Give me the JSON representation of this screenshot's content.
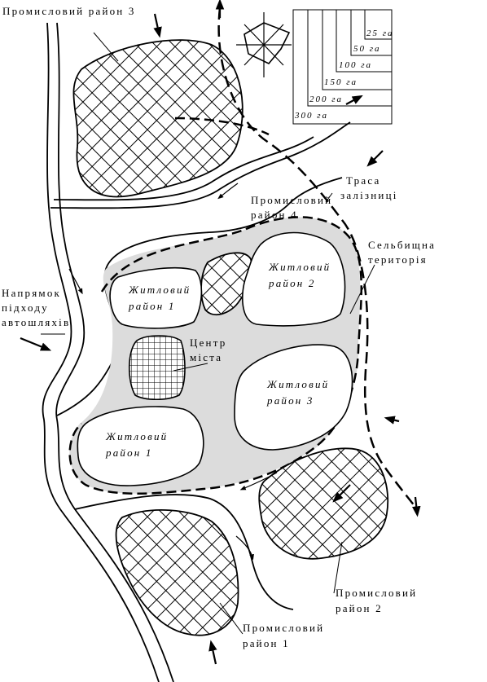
{
  "labels": {
    "industrial_3": "Промисловий район 3",
    "industrial_4": [
      "Промисловий",
      "район 4"
    ],
    "industrial_2": [
      "Промисловий",
      "район 2"
    ],
    "industrial_1": [
      "Промисловий",
      "район 1"
    ],
    "residential_1_top": [
      "Житловий",
      "район 1"
    ],
    "residential_2": [
      "Житловий",
      "район 2"
    ],
    "residential_3": [
      "Житловий",
      "район 3"
    ],
    "residential_1_bottom": [
      "Житловий",
      "район 1"
    ],
    "city_center": [
      "Центр",
      "міста"
    ],
    "railway": [
      "Траса",
      "залізниці"
    ],
    "settlement": [
      "Сельбищна",
      "територія"
    ],
    "road_approach": [
      "Напрямок",
      "підходу",
      "автошляхів"
    ]
  },
  "scale_legend": [
    "25 га",
    "50 га",
    "100 га",
    "150 га",
    "200 га",
    "300 га"
  ],
  "colors": {
    "settlement_fill": "#dcdcdc",
    "stroke": "#000000",
    "background": "#ffffff"
  }
}
